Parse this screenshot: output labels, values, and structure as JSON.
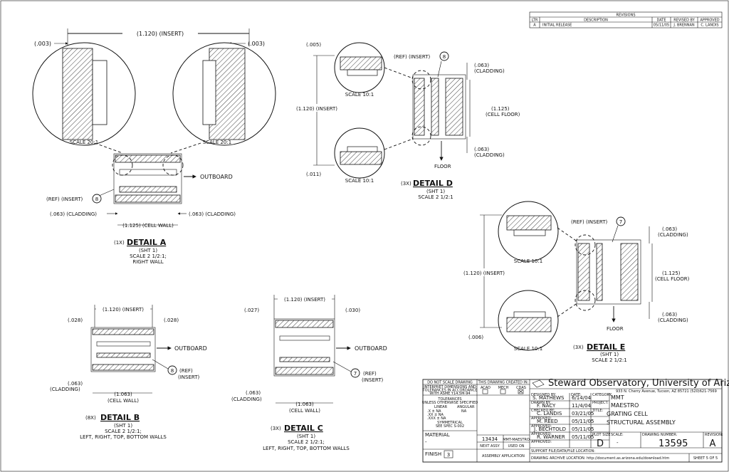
{
  "revisions": {
    "heading": "REVISIONS",
    "columns": [
      "LTR",
      "DESCRIPTION",
      "DATE",
      "REVISED BY",
      "APPROVED"
    ],
    "rows": [
      [
        "A",
        "INITIAL RELEASE",
        "05/11/05",
        "J. BRENNAN",
        "C. LANDIS"
      ]
    ]
  },
  "detail_a": {
    "insert_dim": "(1.120) (INSERT)",
    "left_gap": "(.003)",
    "right_gap": "(.003)",
    "scale_left": "SCALE 20:1",
    "scale_right": "SCALE 20:1",
    "outboard": "OUTBOARD",
    "ref_insert": "(REF) (INSERT)",
    "balloon": "8",
    "cladding_left": "(.063) (CLADDING)",
    "cladding_right": "(.063) (CLADDING)",
    "cell_wall": "(1.125) (CELL WALL)",
    "qty": "(1X)",
    "title": "DETAIL A",
    "sheet": "(SHT 1)",
    "scale": "SCALE 2 1/2:1;",
    "note": "RIGHT WALL"
  },
  "detail_d": {
    "top_gap": "(.005)",
    "bottom_gap": "(.011)",
    "scale_top": "SCALE 10:1",
    "scale_bottom": "SCALE 10:1",
    "insert_dim": "(1.120) (INSERT)",
    "ref_insert": "(REF) (INSERT)",
    "balloon": "8",
    "clad_top_val": "(.063)",
    "clad_top_lbl": "(CLADDING)",
    "floor_val": "(1.125)",
    "floor_lbl": "(CELL FLOOR)",
    "clad_bot_val": "(.063)",
    "clad_bot_lbl": "(CLADDING)",
    "floor": "FLOOR",
    "qty": "(3X)",
    "title": "DETAIL D",
    "sheet": "(SHT 1)",
    "scale": "SCALE 2 1/2:1"
  },
  "detail_e": {
    "ref_insert": "(REF) (INSERT)",
    "balloon": "7",
    "clad_top_val": "(.063)",
    "clad_top_lbl": "(CLADDING)",
    "insert_dim": "(1.120) (INSERT)",
    "floor_val": "(1.125)",
    "floor_lbl": "(CELL FLOOR)",
    "clad_bot_val": "(.063)",
    "clad_bot_lbl": "(CLADDING)",
    "scale_top": "SCALE 10:1",
    "scale_bottom": "SCALE 10:1",
    "bottom_gap": "(.006)",
    "floor": "FLOOR",
    "qty": "(3X)",
    "title": "DETAIL E",
    "sheet": "(SHT 1)",
    "scale": "SCALE 2 1/2:1"
  },
  "detail_b": {
    "insert_dim": "(1.120) (INSERT)",
    "left_gap": "(.028)",
    "right_gap": "(.028)",
    "outboard": "OUTBOARD",
    "balloon": "8",
    "ref": "(REF)",
    "insert": "(INSERT)",
    "clad_val": "(.063)",
    "clad_lbl": "(CLADDING)",
    "cell_val": "(1.063)",
    "cell_lbl": "(CELL WALL)",
    "qty": "(8X)",
    "title": "DETAIL B",
    "sheet": "(SHT 1)",
    "scale": "SCALE 2 1/2:1;",
    "note": "LEFT, RIGHT, TOP, BOTTOM WALLS"
  },
  "detail_c": {
    "insert_dim": "(1.120) (INSERT)",
    "left_gap": "(.027)",
    "right_gap": "(.030)",
    "outboard": "OUTBOARD",
    "balloon": "7",
    "ref": "(REF)",
    "insert": "(INSERT)",
    "clad_val": "(.063)",
    "clad_lbl": "(CLADDING)",
    "cell_val": "(1.063)",
    "cell_lbl": "(CELL WALL)",
    "qty": "(3X)",
    "title": "DETAIL C",
    "sheet": "(SHT 1)",
    "scale": "SCALE 2 1/2:1;",
    "note": "LEFT, RIGHT, TOP, BOTTOM WALLS"
  },
  "title_block": {
    "no_scale": "DO NOT SCALE DRAWING",
    "interpret": "INTERPRET DIMENSIONS AND",
    "tolerances_l2": "TOLERANCES IN ACCORDANCE",
    "tolerances_l3": "WITH ASME Y14.5M-94",
    "created_in": "THIS DRAWING CREATED IN:",
    "cad_opts": [
      "ACAD",
      "MECH",
      "CDAS"
    ],
    "tol_head": "TOLERANCES",
    "tol_sub": "UNLESS OTHERWISE SPECIFIED",
    "linear": "LINEAR",
    "angular": "ANGULAR",
    "tol_x": ".X  ± NA",
    "tol_xx": ".XX ± NA",
    "tol_xxx": ".XXX ± NA",
    "ang_val": "NA",
    "symmetrical": "SYMMETRICAL",
    "see_spec": "SEE SPEC S-002",
    "material_lbl": "MATERIAL",
    "material_val": "-",
    "finish_lbl": "FINISH",
    "finish_val": "3",
    "next_assy_num": "13434",
    "next_assy_name": "MMT-MAESTRO",
    "next_assy": "NEXT ASSY",
    "used_on": "USED ON",
    "assembly_app": "ASSEMBLY APPLICATION",
    "org": "Steward Observatory, University of Arizona",
    "address": "933 N. Cherry Avenue, Tucson, AZ 85721  (520)621-7569",
    "designed_by_lbl": "DESIGNED BY:",
    "designed_by": "S. MATHEWS",
    "date_lbl": "DATE:",
    "designed_date": "6/14/04",
    "category_lbl": "CATEGORY:",
    "category": "MMT",
    "drawn_by_lbl": "DRAWN BY:",
    "drawn_by": "F. NACY",
    "drawn_date": "11/4/04",
    "project_lbl": "PROJECT:",
    "project": "MAESTRO",
    "checked_lbl": "CHECKED BY:",
    "checked_by": "C. LANDIS",
    "checked_date": "03/21/05",
    "title_lbl": "TITLE:",
    "title_l1": "GRATING CELL",
    "title_l2": "STRUCTURAL ASSEMBLY",
    "approved1_lbl": "APPROVED:",
    "approved1": "M. REED",
    "approved1_date": "05/11/05",
    "approved2_lbl": "APPROVED:",
    "approved2": "J. BECHTOLD",
    "approved2_date": "05/11/05",
    "approved3_lbl": "APPROVED:",
    "approved3": "R. WARNER",
    "approved3_date": "05/11/05",
    "approved4_lbl": "APPROVED:",
    "plot_size_lbl": "PLOT SIZE",
    "plot_size": "D",
    "scale_lbl": "SCALE:",
    "scale_val": "-",
    "dwg_num_lbl": "DRAWING NUMBER:",
    "dwg_num": "13595",
    "revision_lbl": "REVISION:",
    "revision": "A",
    "support_file": "SUPPORT FILE/DATA/FILE LOCATION:",
    "archive": "DRAWING ARCHIVE LOCATION: http://document.as.arizona.edu/download.htm",
    "sheet": "SHEET 5 OF 5"
  }
}
